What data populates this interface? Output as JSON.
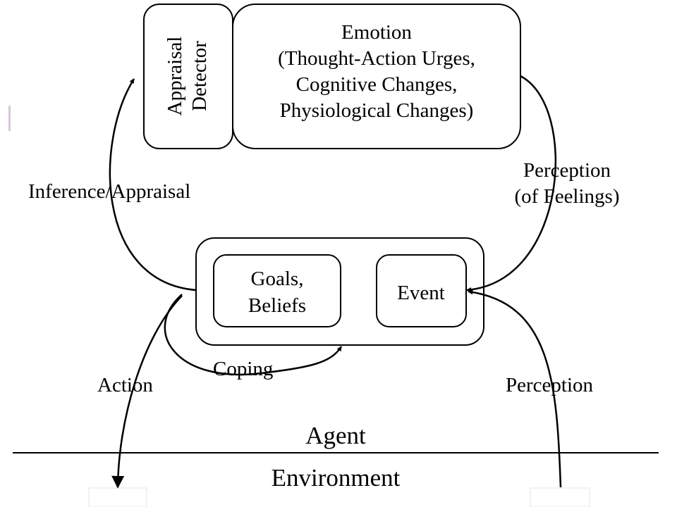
{
  "colors": {
    "line": "#000000",
    "background": "#ffffff",
    "accent_mark": "#d9c6dc"
  },
  "appraisal_detector": {
    "line1": "Appraisal",
    "line2": "Detector"
  },
  "emotion": {
    "line1": "Emotion",
    "line2": "(Thought-Action Urges,",
    "line3": "Cognitive Changes,",
    "line4": "Physiological Changes)"
  },
  "goals_beliefs": {
    "line1": "Goals,",
    "line2": "Beliefs"
  },
  "event": {
    "label": "Event"
  },
  "arrow_labels": {
    "inference": "Inference/Appraisal",
    "perception_feelings_1": "Perception",
    "perception_feelings_2": "(of Feelings)",
    "coping": "Coping",
    "action": "Action",
    "perception": "Perception"
  },
  "boundary": {
    "agent": "Agent",
    "environment": "Environment"
  }
}
